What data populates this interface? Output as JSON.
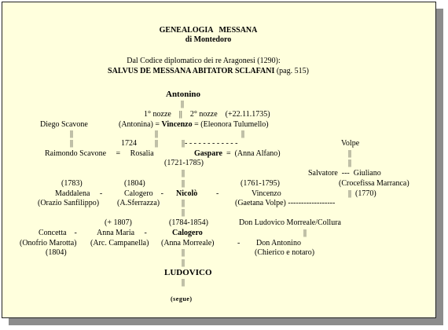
{
  "header": {
    "title": "GENEALOGIA   MESSANA",
    "subtitle": "di Montedoro",
    "source": "Dal Codice diplomatico dei re Aragonesi (1290):",
    "quote_main": "SALVUS DE MESSANA ABITATOR SCLAFANI",
    "quote_ref": " (pag. 515)"
  },
  "root": {
    "name": "Antonino"
  },
  "gen1": {
    "marriages": "1° nozze    ||    2° nozze    (+22.11.1735)",
    "diego": "Diego Scavone",
    "wife1": "(Antonina) = ",
    "vincenzo": "Vincenzo",
    "wife2": " = (Eleonora Tulumello)",
    "year_1724": "1724",
    "dashes": "||- - - - - - - - - - - -",
    "volpe": "Volpe"
  },
  "gen2": {
    "raimondo": "Raimondo Scavone     =     Rosalia",
    "gaspare": "Gaspare",
    "gaspare_wife": "  =  (Anna Alfano)",
    "gaspare_years": "(1721-1785)",
    "salvatore": "Salvatore  ---  Giuliano",
    "crocefissa": "(Crocefissa Marranca)",
    "year_1770": "||  (1770)"
  },
  "gen3": {
    "y1783": "(1783)",
    "y1804": "(1804)",
    "y1761": "(1761-1795)",
    "maddalena": "Maddalena     -",
    "calogero": "Calogero    -",
    "nicolo": "Nicolò",
    "dash": "-",
    "vincenzo2": "Vincenzo",
    "orazio": "(Orazio Sanfilippo)",
    "sferrazza": "(A.Sferrazza)",
    "gaetana": "(Gaetana Volpe) ------------------"
  },
  "gen4": {
    "d1807": "(+ 1807)",
    "y1784": "(1784-1854)",
    "ludovico_m": "Don Ludovico Morreale/Collura",
    "concetta": "Concetta    -",
    "anna_maria": "Anna Maria     -",
    "calogero": "Calogero",
    "onofrio": "(Onofrio Marotta)",
    "campanella": "(Arc. Campanella)",
    "anna_m": "(Anna Morreale)",
    "dash": "-",
    "don_antonino": "Don Antonino",
    "y1804b": "(1804)",
    "chierico": "(Chierico e notaro)"
  },
  "bottom": {
    "ludovico": "LUDOVICO",
    "segue": "(segue)"
  },
  "connector": "||"
}
